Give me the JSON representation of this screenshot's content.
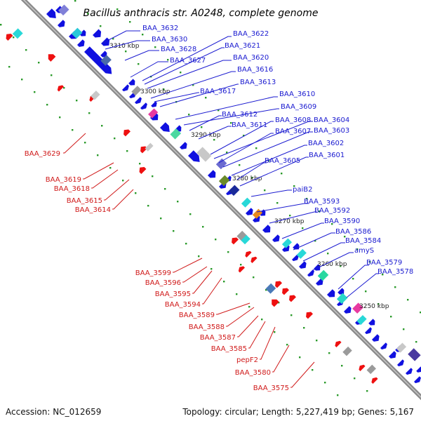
{
  "title": "Bacillus anthracis str. A0248, complete genome",
  "footer": {
    "accession": "Accession: NC_012659",
    "topology": "Topology: circular; Length: 5,227,419 bp; Genes: 5,167"
  },
  "ticks": [
    "3310 kbp",
    "3300 kbp",
    "3290 kbp",
    "3280 kbp",
    "3270 kbp",
    "3260 kbp",
    "3250 kbp"
  ],
  "forward_labels": [
    "BAA_3632",
    "BAA_3630",
    "BAA_3628",
    "BAA_3627",
    "BAA_3622",
    "BAA_3621",
    "BAA_3620",
    "BAA_3616",
    "BAA_3617",
    "BAA_3613",
    "BAA_3610",
    "BAA_3609",
    "BAA_3612",
    "BAA_3611",
    "BAA_3608",
    "BAA_3604",
    "BAA_3607",
    "BAA_3603",
    "BAA_3602",
    "BAA_3605",
    "BAA_3601",
    "paiB2",
    "BAA_3593",
    "BAA_3592",
    "BAA_3590",
    "BAA_3586",
    "BAA_3584",
    "amyS",
    "BAA_3579",
    "BAA_3578"
  ],
  "reverse_labels": [
    "BAA_3629",
    "BAA_3619",
    "BAA_3618",
    "BAA_3615",
    "BAA_3614",
    "BAA_3599",
    "BAA_3596",
    "BAA_3595",
    "BAA_3594",
    "BAA_3589",
    "BAA_3588",
    "BAA_3587",
    "BAA_3585",
    "pepF2",
    "BAA_3580",
    "BAA_3575"
  ],
  "colors": {
    "backbone": "#8a8a8a",
    "forward_label": "#1a1ad0",
    "reverse_label": "#d01a1a",
    "forward_gene": "#1010e0",
    "reverse_gene": "#ee1010",
    "dots": "#2a9a2a"
  }
}
